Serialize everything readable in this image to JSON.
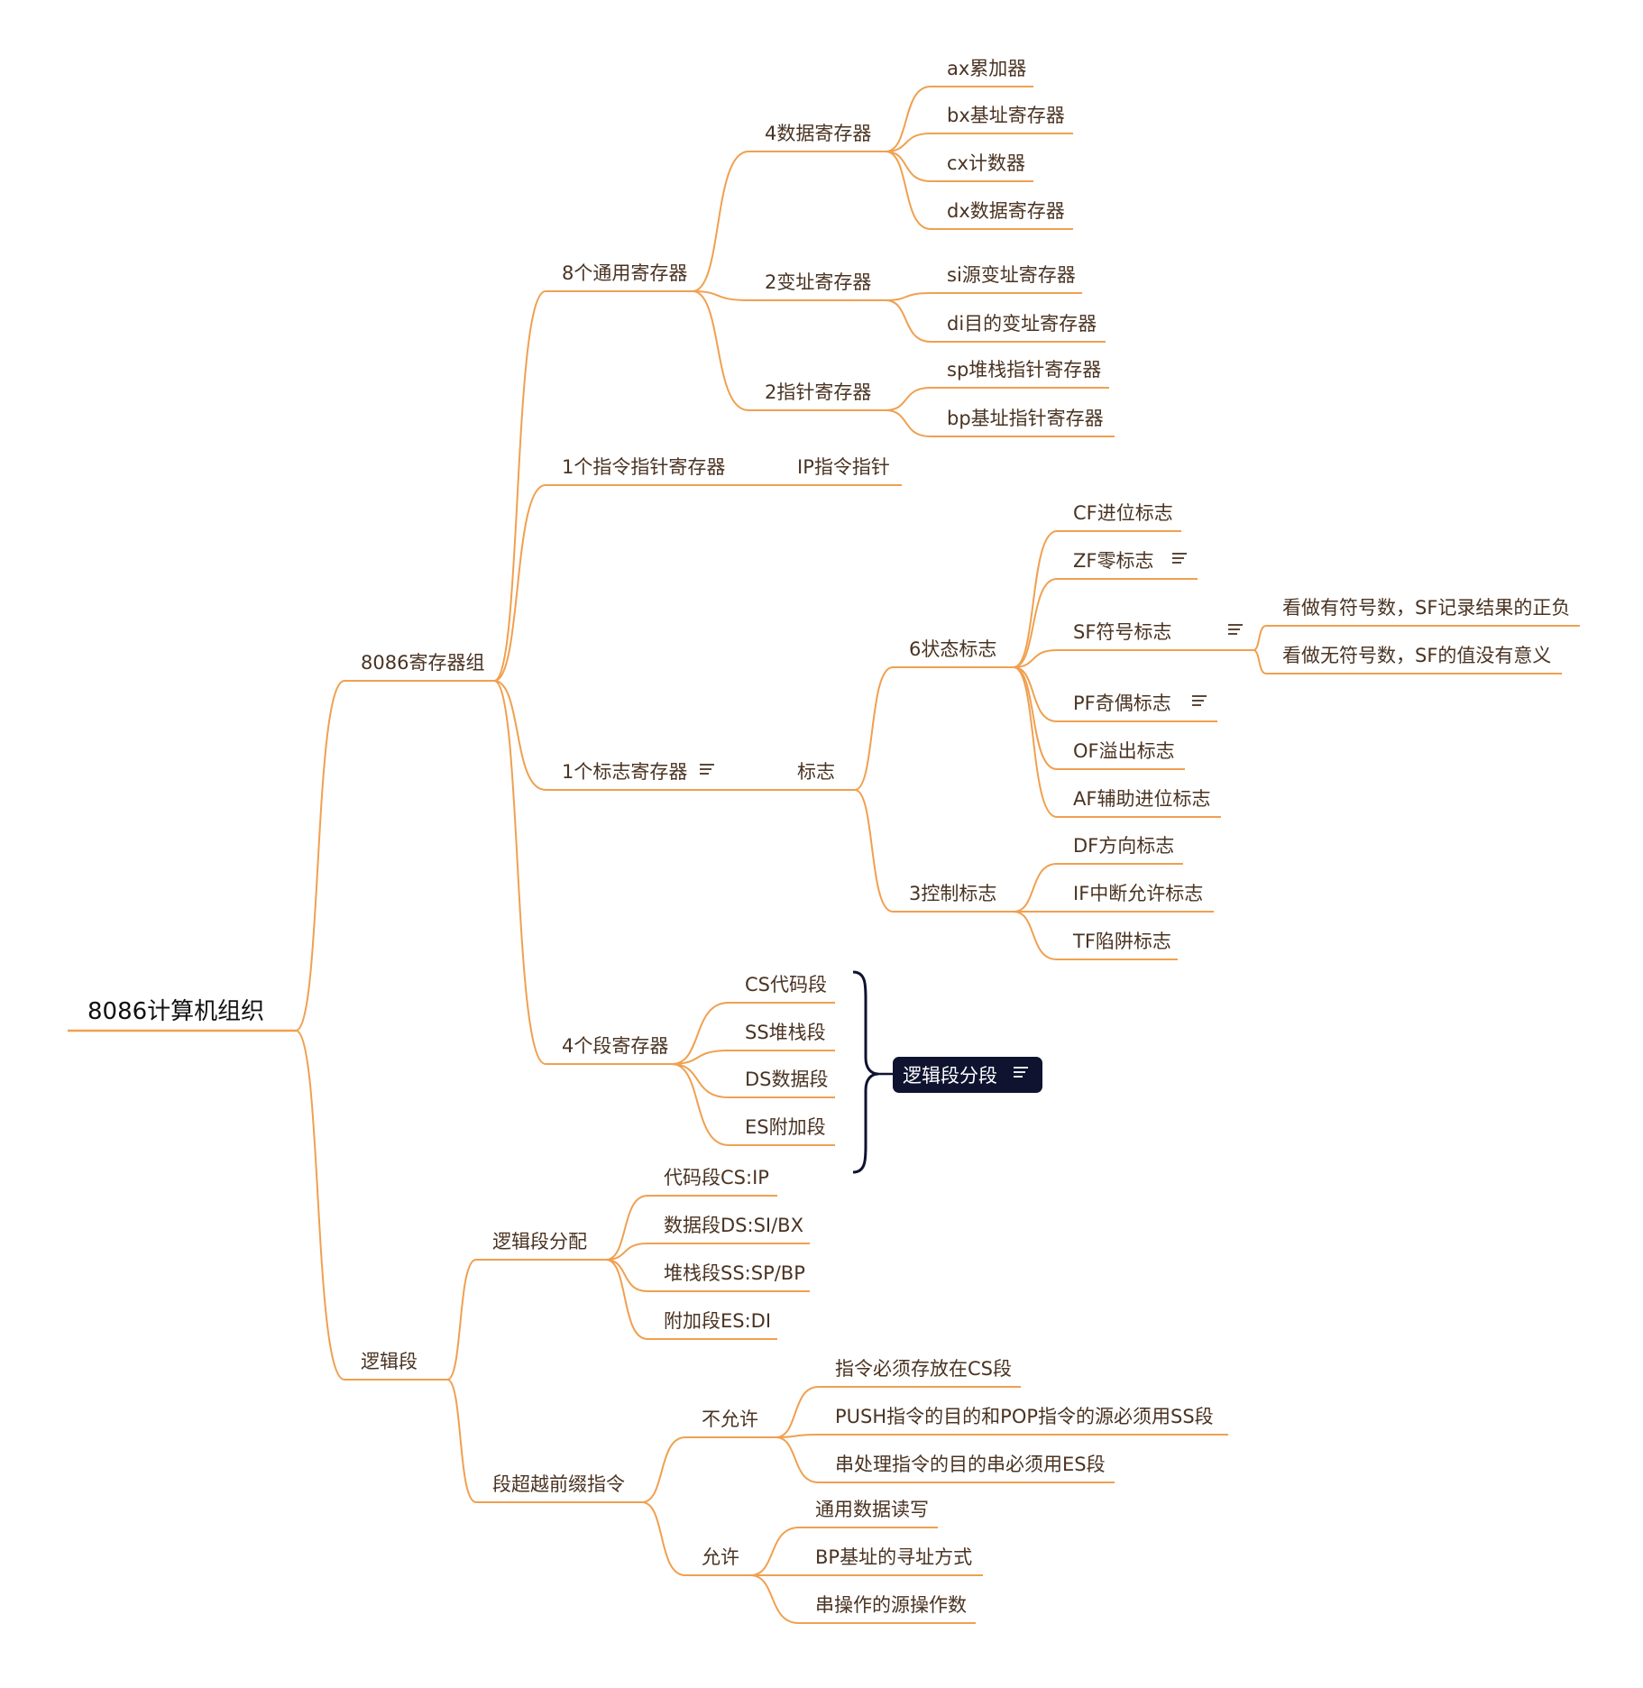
{
  "colors": {
    "branch": "#f0a050",
    "text": "#4a3322",
    "root_text": "#111111",
    "summary_bg": "#0f1330",
    "summary_text": "#ffffff",
    "brace": "#0f1330"
  },
  "root": "8086计算机组织",
  "nodes": {
    "registers": "8086寄存器组",
    "gp": "8个通用寄存器",
    "data4": "4数据寄存器",
    "ax": "ax累加器",
    "bx": "bx基址寄存器",
    "cx": "cx计数器",
    "dx": "dx数据寄存器",
    "idx2": "2变址寄存器",
    "si": "si源变址寄存器",
    "di": "di目的变址寄存器",
    "ptr2": "2指针寄存器",
    "sp": "sp堆栈指针寄存器",
    "bp": "bp基址指针寄存器",
    "ipreg": "1个指令指针寄存器",
    "ip": "IP指令指针",
    "flagreg": "1个标志寄存器",
    "flag": "标志",
    "status6": "6状态标志",
    "cf": "CF进位标志",
    "zf": "ZF零标志",
    "sf": "SF符号标志",
    "sf_signed": "看做有符号数，SF记录结果的正负",
    "sf_unsigned": "看做无符号数，SF的值没有意义",
    "pf": "PF奇偶标志",
    "of": "OF溢出标志",
    "af": "AF辅助进位标志",
    "ctrl3": "3控制标志",
    "df": "DF方向标志",
    "if": "IF中断允许标志",
    "tf": "TF陷阱标志",
    "segreg": "4个段寄存器",
    "cs": "CS代码段",
    "ss": "SS堆栈段",
    "ds": "DS数据段",
    "es": "ES附加段",
    "summary": "逻辑段分段",
    "logic": "逻辑段",
    "alloc": "逻辑段分配",
    "code_cs": "代码段CS:IP",
    "data_ds": "数据段DS:SI/BX",
    "stack_ss": "堆栈段SS:SP/BP",
    "extra_es": "附加段ES:DI",
    "override": "段超越前缀指令",
    "deny": "不允许",
    "deny1": "指令必须存放在CS段",
    "deny2": "PUSH指令的目的和POP指令的源必须用SS段",
    "deny3": "串处理指令的目的串必须用ES段",
    "allow": "允许",
    "allow1": "通用数据读写",
    "allow2": "BP基址的寻址方式",
    "allow3": "串操作的源操作数"
  },
  "note_icon": "notes-icon"
}
